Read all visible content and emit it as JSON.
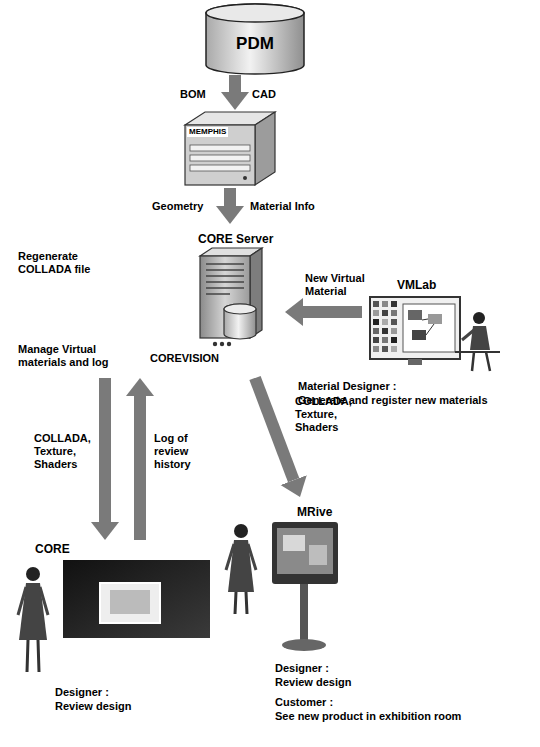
{
  "diagram": {
    "nodes": [
      {
        "text": [
          "PDM"
        ]
      },
      {
        "text": [
          "MEMPHIS"
        ]
      },
      {
        "text": [
          "CORE Server",
          "COREVISION"
        ]
      },
      {
        "text": [
          "VMLab"
        ]
      },
      {
        "text": [
          "CORE",
          "Designer :",
          "Review design"
        ]
      },
      {
        "text": [
          "MRive",
          "Designer :",
          "Review design",
          "Customer :",
          "See new product in exhibition room"
        ]
      }
    ],
    "edges": [
      {
        "from": 0,
        "to": 1,
        "arrow": "to"
      },
      {
        "from": 1,
        "to": 2,
        "arrow": "to"
      },
      {
        "from": 3,
        "to": 2,
        "label": "New Virtual Material",
        "arrow": "to"
      },
      {
        "from": 2,
        "to": 4,
        "label": "COLLADA, Texture, Shaders",
        "arrow": "to"
      },
      {
        "from": 4,
        "to": 2,
        "label": "Log of review history",
        "arrow": "to"
      },
      {
        "from": 2,
        "to": 5,
        "label": "COLLADA, Texture, Shaders",
        "arrow": "to"
      }
    ],
    "labels": [
      "BOM",
      "CAD",
      "Geometry",
      "Material Info",
      "Regenerate COLLADA file",
      "Manage Virtual materials and log",
      "Material Designer :",
      "Generate and register new materials"
    ]
  }
}
